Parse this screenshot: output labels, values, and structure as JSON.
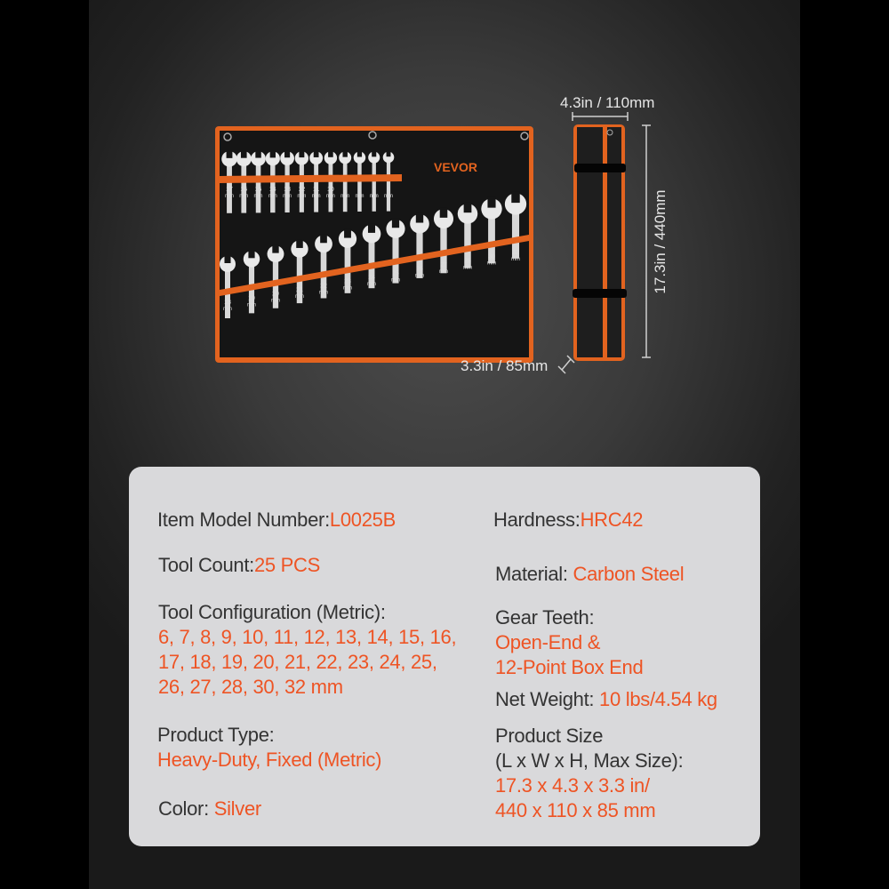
{
  "brand": "VEVOR",
  "colors": {
    "accent": "#ee5424",
    "roll_trim": "#e2631f",
    "panel_bg": "#d9d9db"
  },
  "wrench_sizes_top": [
    "17",
    "16",
    "15",
    "14",
    "13",
    "12",
    "11",
    "10",
    "9",
    "8",
    "7",
    "6"
  ],
  "wrench_sizes_bottom": [
    "18",
    "19",
    "20",
    "21",
    "22",
    "23",
    "24",
    "25",
    "26",
    "27",
    "28",
    "30",
    "32"
  ],
  "unit": "mm",
  "dimensions": {
    "width": "4.3in / 110mm",
    "length": "17.3in / 440mm",
    "height": "3.3in / 85mm"
  },
  "specs": {
    "model": {
      "label": "Item Model Number:",
      "value": "L0025B"
    },
    "count": {
      "label": "Tool Count:",
      "value": "25 PCS"
    },
    "config": {
      "label": "Tool Configuration (Metric):",
      "lines": [
        "6, 7, 8, 9, 10, 11, 12, 13, 14, 15, 16,",
        "17, 18, 19, 20, 21, 22, 23, 24, 25,",
        "26, 27, 28, 30, 32 mm"
      ]
    },
    "type": {
      "label": "Product Type:",
      "value": "Heavy-Duty, Fixed (Metric)"
    },
    "color": {
      "label": "Color: ",
      "value": "Silver"
    },
    "hardness": {
      "label": "Hardness:",
      "value": "HRC42"
    },
    "material": {
      "label": "Material: ",
      "value": "Carbon Steel"
    },
    "gear": {
      "label": "Gear Teeth:",
      "lines": [
        "Open-End &",
        "12-Point Box End"
      ]
    },
    "weight": {
      "label": "Net Weight: ",
      "value": "10 lbs/4.54 kg"
    },
    "size": {
      "label_lines": [
        "Product Size",
        "(L x W x H, Max Size):"
      ],
      "lines": [
        "17.3 x 4.3 x 3.3 in/",
        "440 x 110 x 85 mm"
      ]
    }
  }
}
